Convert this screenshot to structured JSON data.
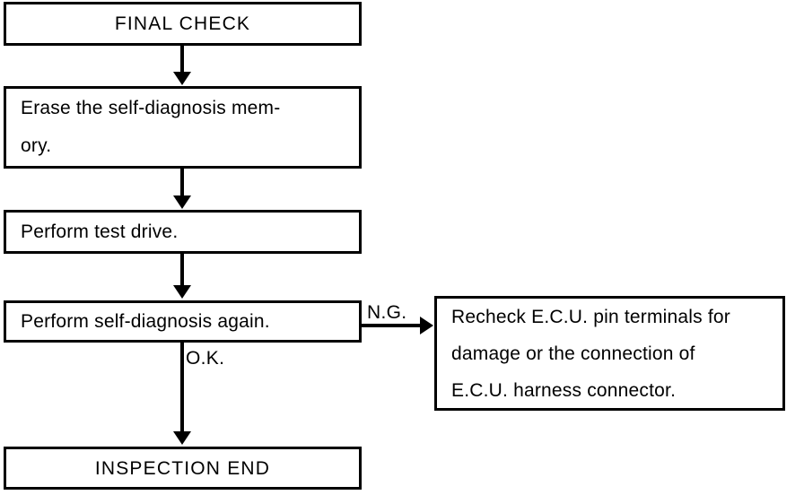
{
  "diagram": {
    "type": "flowchart",
    "title": "FINAL CHECK",
    "orientation": "top-to-bottom",
    "background_color": "#ffffff",
    "line_color": "#000000",
    "text_color": "#000000"
  },
  "nodes": {
    "final_check": {
      "id": "final-check",
      "label": "FINAL CHECK",
      "align": "center"
    },
    "erase_memory": {
      "id": "erase-memory",
      "line1": "Erase the self-diagnosis mem-",
      "line2": "ory.",
      "align": "left"
    },
    "test_drive": {
      "id": "test-drive",
      "label": "Perform test drive.",
      "align": "left"
    },
    "self_diagnosis_again": {
      "id": "self-diagnosis-again",
      "label": "Perform self-diagnosis again.",
      "align": "left"
    },
    "inspection_end": {
      "id": "inspection-end",
      "label": "INSPECTION END",
      "align": "center"
    },
    "recheck_ecu": {
      "id": "recheck-ecu",
      "line1": "Recheck E.C.U. pin terminals for",
      "line2": "damage or the connection of",
      "line3": "E.C.U. harness connector.",
      "align": "left"
    }
  },
  "edges": {
    "final_to_erase": {
      "label": ""
    },
    "erase_to_test": {
      "label": ""
    },
    "test_to_diagnosis": {
      "label": ""
    },
    "diagnosis_ok": {
      "label": "O.K."
    },
    "diagnosis_ng": {
      "label": "N.G."
    }
  }
}
